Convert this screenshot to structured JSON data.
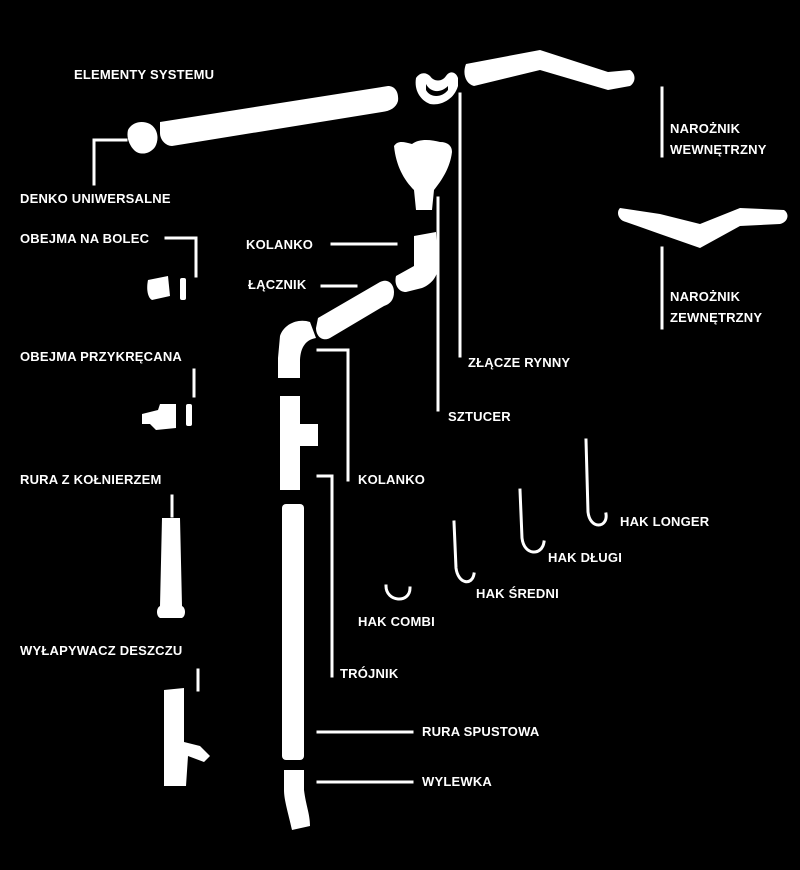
{
  "title": "ELEMENTY SYSTEMU",
  "labels": {
    "denko": "DENKO UNIWERSALNE",
    "obejma_bolec": "OBEJMA NA BOLEC",
    "obejma_przykrecana": "OBEJMA PRZYKRĘCANA",
    "rura_kolnierz": "RURA Z KOŁNIERZEM",
    "wylapywacz": "WYŁAPYWACZ DESZCZU",
    "kolanko_top": "KOLANKO",
    "lacznik": "ŁĄCZNIK",
    "kolanko_mid": "KOLANKO",
    "trojnik": "TRÓJNIK",
    "rura_spustowa": "RURA SPUSTOWA",
    "wylewka": "WYLEWKA",
    "zlacze_rynny": "ZŁĄCZE RYNNY",
    "sztucer": "SZTUCER",
    "hak_combi": "HAK COMBI",
    "hak_sredni": "HAK ŚREDNI",
    "hak_dlugi": "HAK DŁUGI",
    "hak_longer": "HAK LONGER",
    "naroznik_wew_1": "NAROŻNIK",
    "naroznik_wew_2": "WEWNĘTRZNY",
    "naroznik_zew_1": "NAROŻNIK",
    "naroznik_zew_2": "ZEWNĘTRZNY"
  },
  "colors": {
    "background": "#000000",
    "foreground": "#ffffff"
  }
}
